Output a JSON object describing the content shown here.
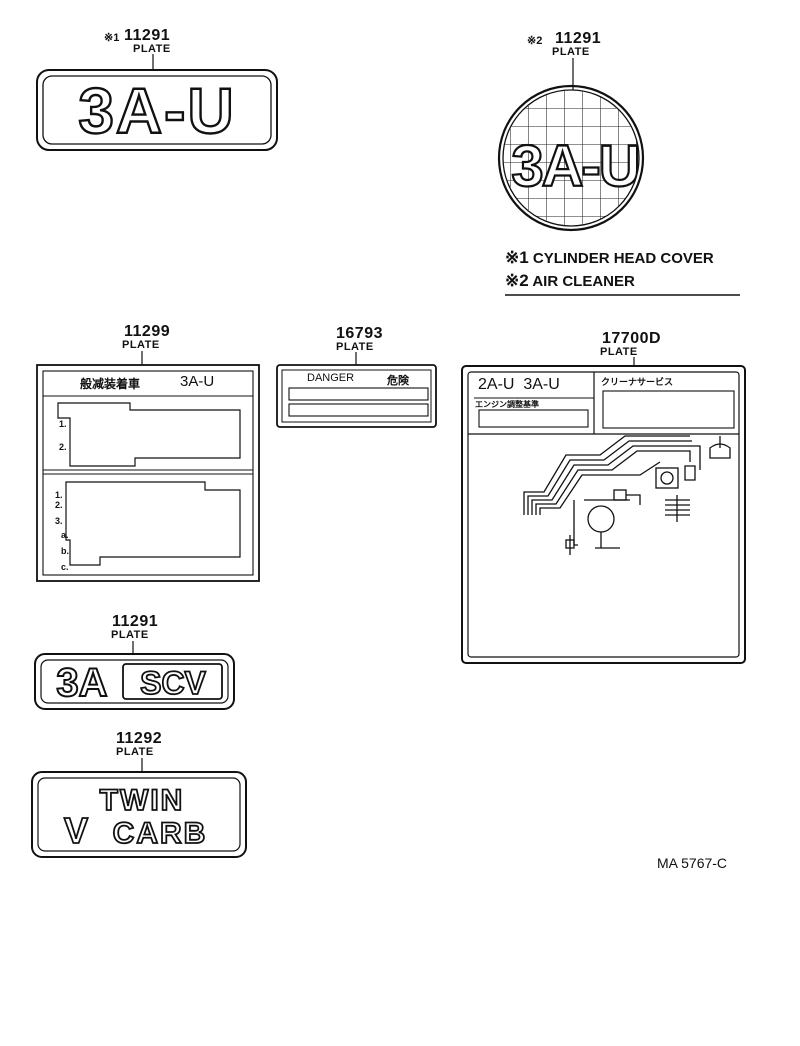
{
  "parts": {
    "plate_3au": {
      "marker": "※1",
      "number": "11291",
      "label": "PLATE",
      "emblem": "3A-U"
    },
    "plate_round": {
      "marker": "※2",
      "number": "11291",
      "label": "PLATE",
      "emblem": "3A-U"
    },
    "plate_11299": {
      "number": "11299",
      "label": "PLATE",
      "header_jp": "般减装着車",
      "header_model": "3A-U",
      "items": [
        "1.",
        "2.",
        "1.",
        "2.",
        "3.",
        "a.",
        "b.",
        "c."
      ]
    },
    "plate_16793": {
      "number": "16793",
      "label": "PLATE",
      "danger": "DANGER",
      "danger_jp": "危険"
    },
    "plate_17700d": {
      "number": "17700D",
      "label": "PLATE",
      "models": "2A-U  3A-U",
      "cleaner_jp": "クリーナサービス",
      "adjust_jp": "エンジン調整基準"
    },
    "plate_3ascv": {
      "number": "11291",
      "label": "PLATE",
      "emblem_left": "3A",
      "emblem_right": "SCV"
    },
    "plate_twin": {
      "number": "11292",
      "label": "PLATE",
      "line1": "TWIN",
      "line2": "CARB",
      "v": "V"
    }
  },
  "notes": [
    {
      "symbol": "※1",
      "text": "CYLINDER HEAD COVER"
    },
    {
      "symbol": "※2",
      "text": "AIR CLEANER"
    }
  ],
  "figure_code": "MA 5767-C"
}
